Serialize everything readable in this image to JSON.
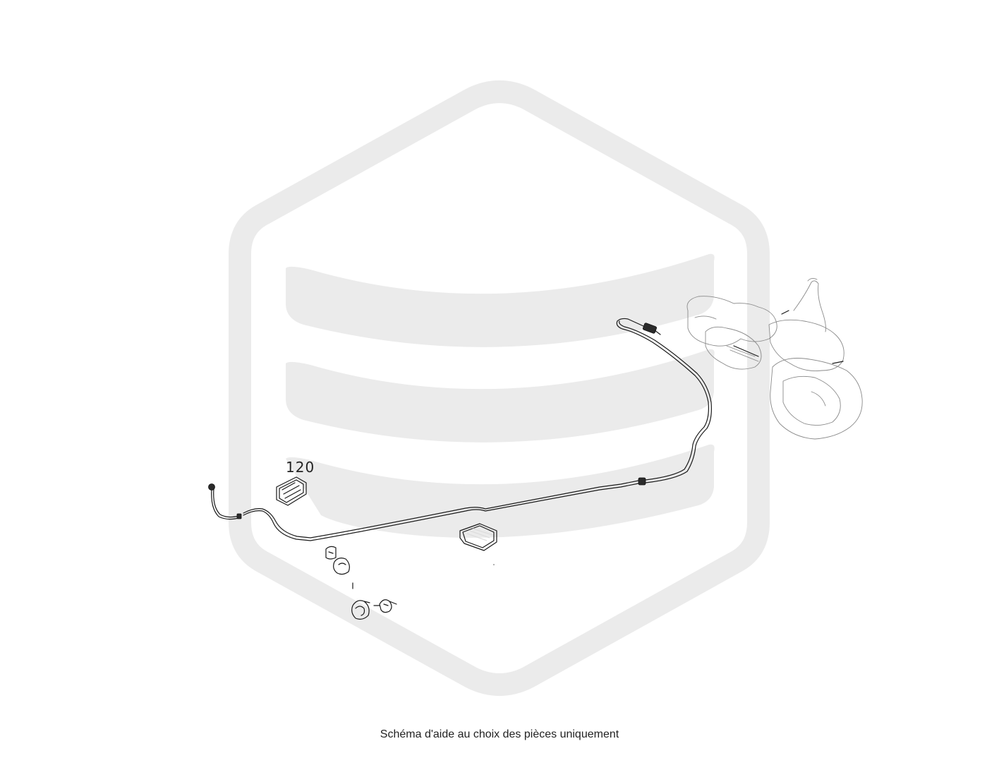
{
  "diagram": {
    "callouts": [
      {
        "id": "part-120",
        "label": "120"
      }
    ],
    "watermark": {
      "type": "hexagon-logo-with-waves",
      "color": "#ebebeb"
    },
    "colors": {
      "line": "#1a1a1a",
      "engine_sketch": "#8a8a8a",
      "watermark": "#ebebeb"
    }
  },
  "caption": {
    "text": "Schéma d'aide au choix des pièces uniquement"
  }
}
